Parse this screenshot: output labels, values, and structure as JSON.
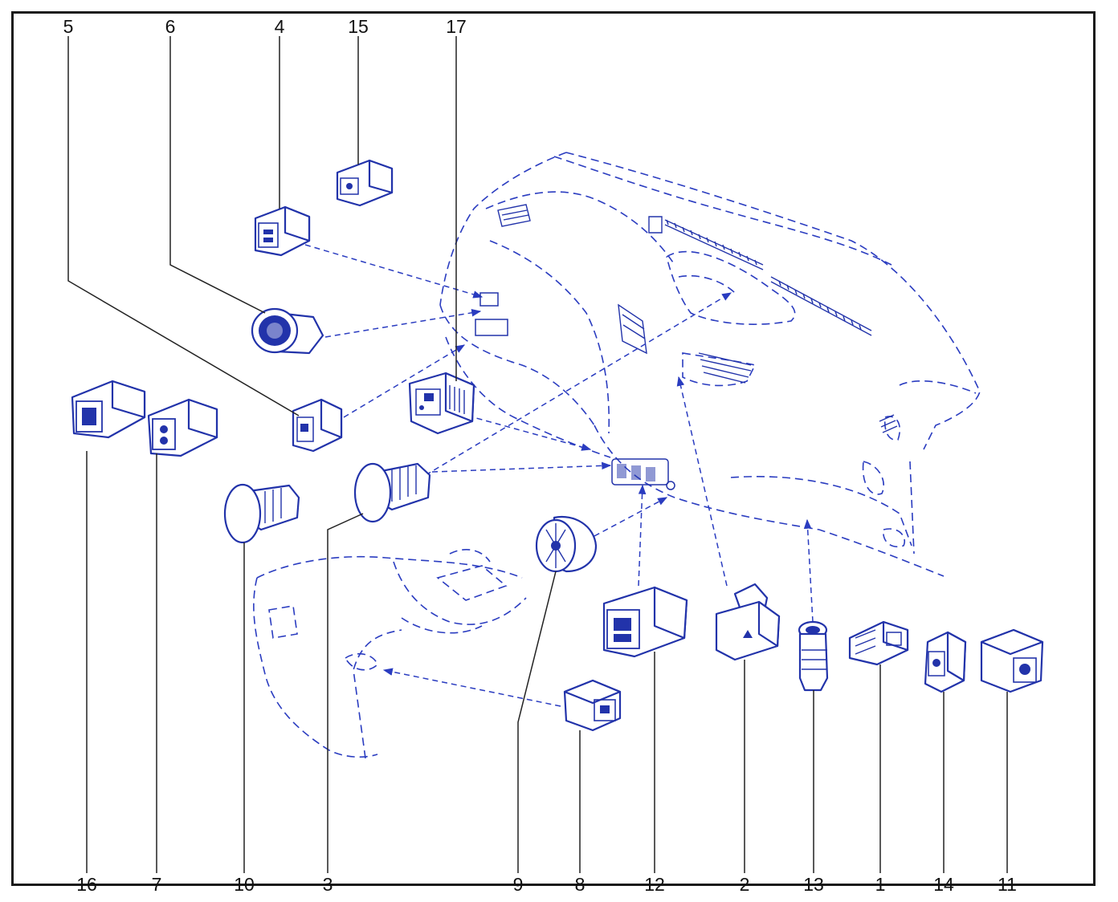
{
  "diagram": {
    "type": "exploded-parts-diagram",
    "accent_color": "#2233aa",
    "line_color": "#222222",
    "callouts_top": [
      "5",
      "6",
      "4",
      "15",
      "17"
    ],
    "callouts_bottom": [
      "16",
      "7",
      "10",
      "3",
      "9",
      "8",
      "12",
      "2",
      "13",
      "1",
      "14",
      "11"
    ],
    "parts": [
      {
        "id": "1",
        "icon": "switch-icon"
      },
      {
        "id": "2",
        "icon": "hazard-switch-icon"
      },
      {
        "id": "3",
        "icon": "push-knob-icon"
      },
      {
        "id": "4",
        "icon": "switch-icon"
      },
      {
        "id": "5",
        "icon": "switch-icon"
      },
      {
        "id": "6",
        "icon": "round-button-icon"
      },
      {
        "id": "7",
        "icon": "switch-icon"
      },
      {
        "id": "8",
        "icon": "switch-icon"
      },
      {
        "id": "9",
        "icon": "rotary-knob-icon"
      },
      {
        "id": "10",
        "icon": "push-knob-icon"
      },
      {
        "id": "11",
        "icon": "switch-icon"
      },
      {
        "id": "12",
        "icon": "switch-block-icon"
      },
      {
        "id": "13",
        "icon": "ignition-lock-icon"
      },
      {
        "id": "14",
        "icon": "switch-icon"
      },
      {
        "id": "15",
        "icon": "switch-icon"
      },
      {
        "id": "16",
        "icon": "switch-icon"
      },
      {
        "id": "17",
        "icon": "switch-panel-icon"
      }
    ]
  }
}
